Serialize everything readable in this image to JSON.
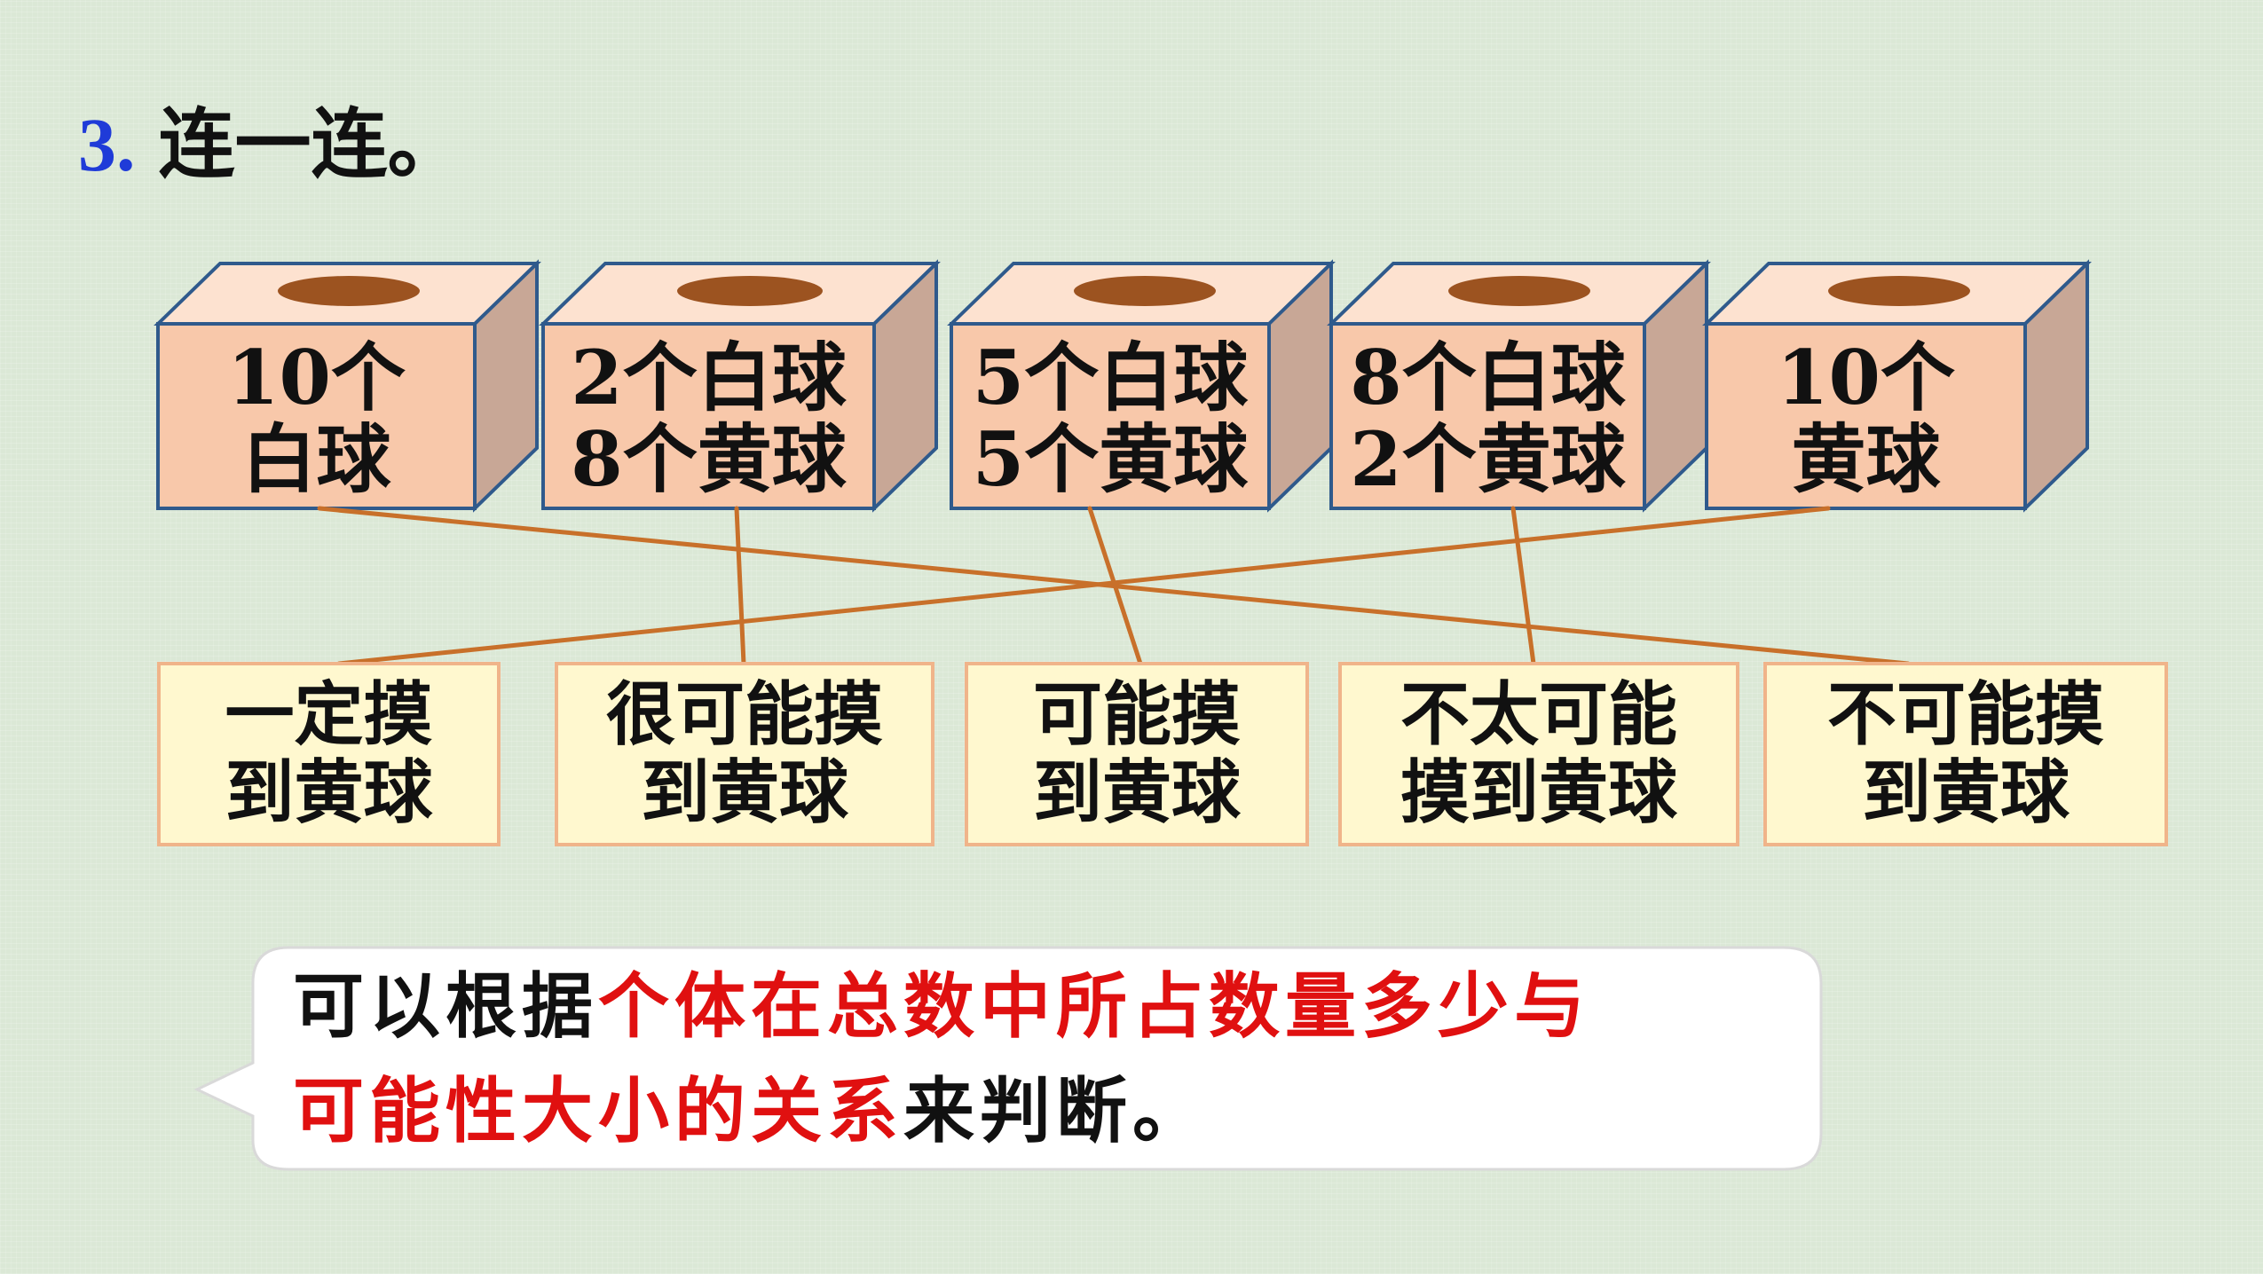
{
  "heading": {
    "number": "3.",
    "text": "连一连。"
  },
  "boxes": [
    {
      "line1": "10个",
      "line2": "白球"
    },
    {
      "line1": "2个白球",
      "line2": "8个黄球"
    },
    {
      "line1": "5个白球",
      "line2": "5个黄球"
    },
    {
      "line1": "8个白球",
      "line2": "2个黄球"
    },
    {
      "line1": "10个",
      "line2": "黄球"
    }
  ],
  "options": [
    {
      "line1": "一定摸",
      "line2": "到黄球"
    },
    {
      "line1": "很可能摸",
      "line2": "到黄球"
    },
    {
      "line1": "可能摸",
      "line2": "到黄球"
    },
    {
      "line1": "不太可能",
      "line2": "摸到黄球"
    },
    {
      "line1": "不可能摸",
      "line2": "到黄球"
    }
  ],
  "callout": {
    "part1": "可以根据",
    "part2_red": "个体在总数中所占数量多少与",
    "part3_red": "可能性大小的关系",
    "part4": "来判断。"
  },
  "colors": {
    "box_front": "#f8c8aa",
    "box_top": "#fde2d0",
    "box_side": "#c8a796",
    "box_edge": "#2f5a8c",
    "hole": "#9c5320",
    "line": "#c8702a",
    "option_bg": "#fff8cf",
    "option_border": "#f0b48a",
    "heading_number": "#1f3bd8",
    "highlight_red": "#e01010"
  }
}
